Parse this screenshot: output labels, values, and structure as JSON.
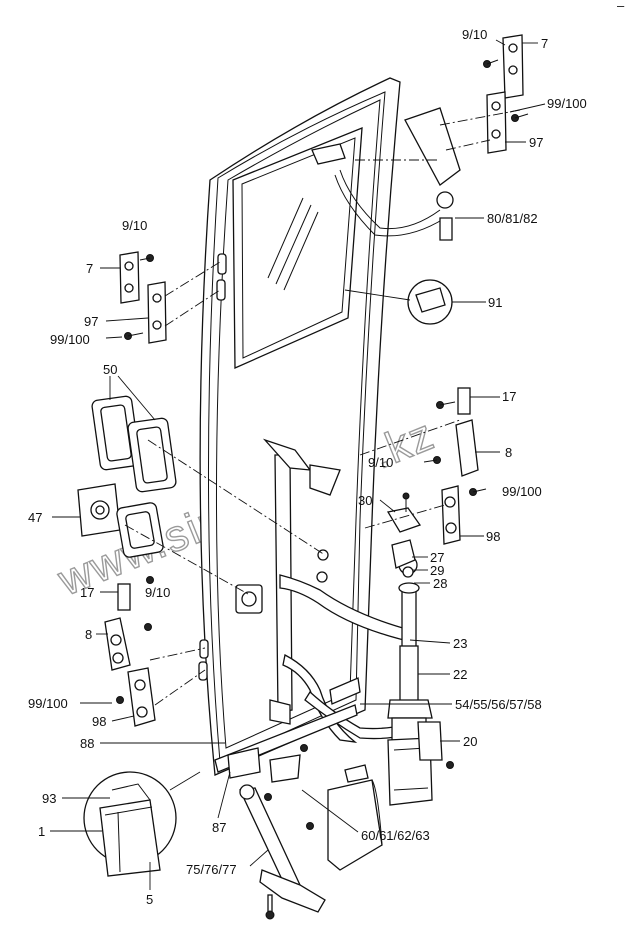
{
  "corner_mark": "–",
  "watermark": "www.sinhon-too.kz",
  "callouts": {
    "c_9_10_top": "9/10",
    "c_7_top": "7",
    "c_99_100_top": "99/100",
    "c_97_top": "97",
    "c_80_81_82": "80/81/82",
    "c_9_10_left": "9/10",
    "c_7_left": "7",
    "c_97_left": "97",
    "c_99_100_left": "99/100",
    "c_91": "91",
    "c_50": "50",
    "c_17_right": "17",
    "c_9_10_right": "9/10",
    "c_8_right": "8",
    "c_47": "47",
    "c_30": "30",
    "c_99_100_right": "99/100",
    "c_98_right": "98",
    "c_27": "27",
    "c_29": "29",
    "c_28": "28",
    "c_17_left": "17",
    "c_9_10_low": "9/10",
    "c_8_left": "8",
    "c_23": "23",
    "c_22": "22",
    "c_99_100_low": "99/100",
    "c_98_left": "98",
    "c_54_58": "54/55/56/57/58",
    "c_20": "20",
    "c_88": "88",
    "c_93": "93",
    "c_1": "1",
    "c_87": "87",
    "c_60_63": "60/61/62/63",
    "c_5": "5",
    "c_75_77": "75/76/77"
  }
}
